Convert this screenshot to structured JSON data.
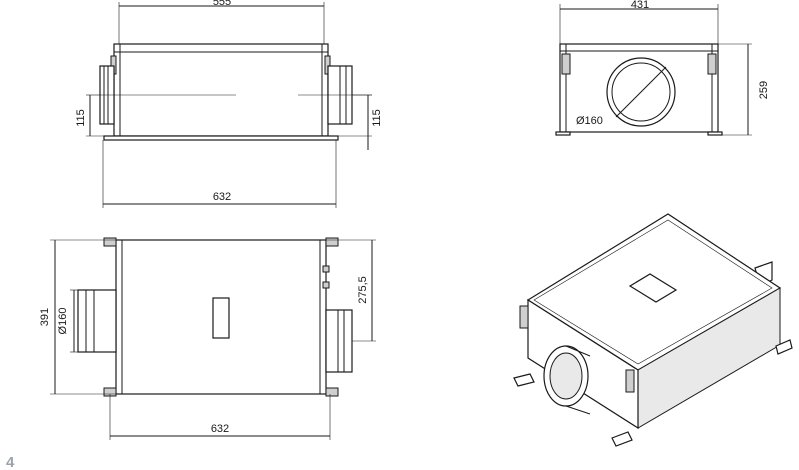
{
  "page_number": "4",
  "views": {
    "side": {
      "overall_length": "555",
      "inlet_height_left": "115",
      "inlet_height_right": "115",
      "overall_with_spigots": "632"
    },
    "front": {
      "width": "431",
      "height": "259",
      "spigot_diameter": "Ø160"
    },
    "top": {
      "depth": "391",
      "offset": "275,5",
      "spigot_diameter": "Ø160",
      "overall_with_spigots": "632"
    },
    "isometric": {}
  }
}
